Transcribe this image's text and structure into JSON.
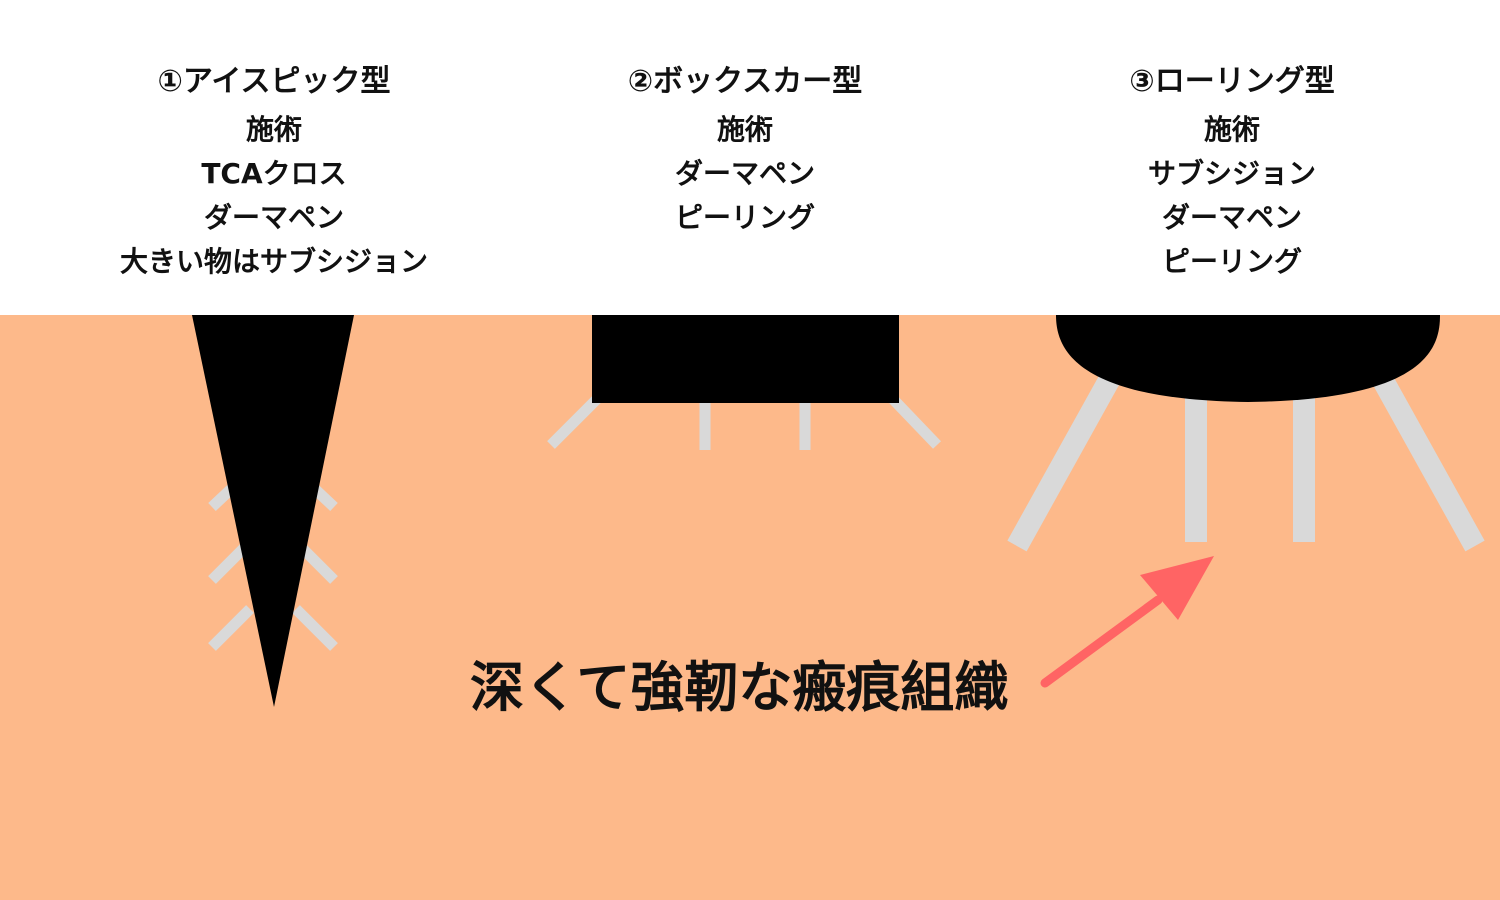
{
  "colors": {
    "background": "#ffffff",
    "skin": "#fdb98a",
    "scar": "#000000",
    "fibrous_tissue": "#d9d9d9",
    "arrow": "#ff6464",
    "text": "#111111"
  },
  "scar_types": [
    {
      "id": "icepick",
      "title": "①アイスピック型",
      "treatments": [
        "施術",
        "TCAクロス",
        "ダーマペン",
        "大きい物はサブシジョン"
      ],
      "shape": "narrow-deep-cone"
    },
    {
      "id": "boxcar",
      "title": "②ボックスカー型",
      "treatments": [
        "施術",
        "ダーマペン",
        "ピーリング"
      ],
      "shape": "box-shallow"
    },
    {
      "id": "rolling",
      "title": "③ローリング型",
      "treatments": [
        "施術",
        "サブシジョン",
        "ダーマペン",
        "ピーリング"
      ],
      "shape": "wide-rolling"
    }
  ],
  "annotation": {
    "label": "深くて強靭な瘢痕組織",
    "arrow_icon": "arrow-icon"
  }
}
